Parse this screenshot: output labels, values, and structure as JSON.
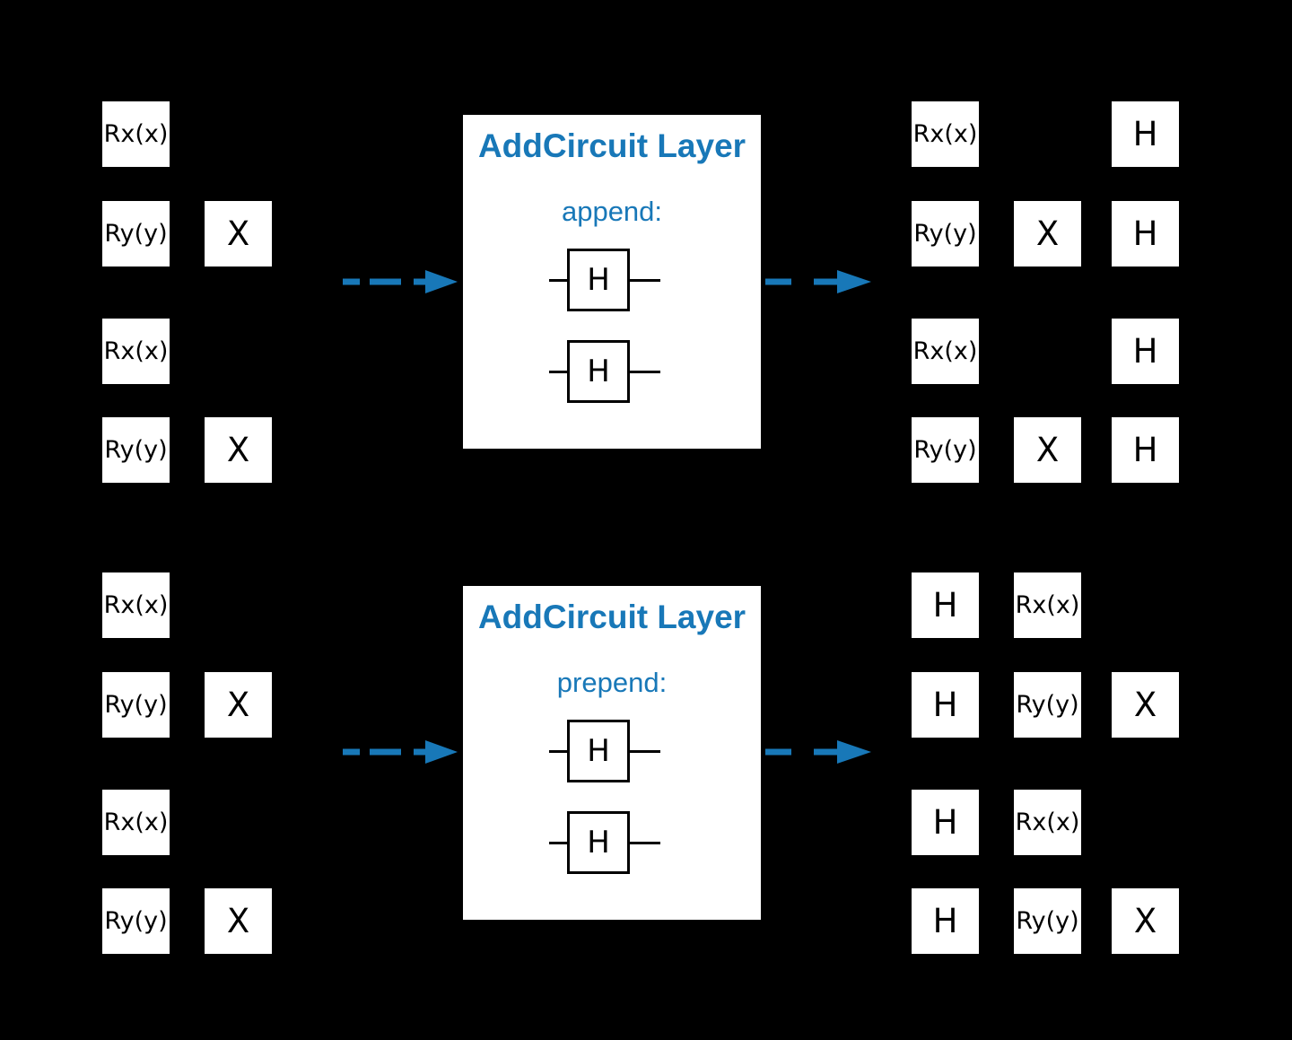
{
  "figure": {
    "background": "#000000"
  },
  "colors": {
    "accent": "#1878b8",
    "gate_fill": "#ffffff",
    "gate_border": "#000000",
    "gate_text": "#000000",
    "wire": "#000000"
  },
  "arrows": {
    "style": "dashed",
    "direction": "right",
    "color": "#1878b8",
    "count": 4
  },
  "panels": {
    "append": {
      "title": "AddCircuit Layer",
      "mode_label": "append:",
      "gates": [
        "H",
        "H"
      ]
    },
    "prepend": {
      "title": "AddCircuit Layer",
      "mode_label": "prepend:",
      "gates": [
        "H",
        "H"
      ]
    }
  },
  "circuits": {
    "top_input": {
      "gates": [
        {
          "label": "Rx(x)",
          "row": 0,
          "col": 0
        },
        {
          "label": "Ry(y)",
          "row": 1,
          "col": 0
        },
        {
          "label": "X",
          "row": 1,
          "col": 1
        },
        {
          "label": "Rx(x)",
          "row": 2,
          "col": 0
        },
        {
          "label": "Ry(y)",
          "row": 3,
          "col": 0
        },
        {
          "label": "X",
          "row": 3,
          "col": 1
        }
      ]
    },
    "top_output": {
      "gates": [
        {
          "label": "Rx(x)",
          "row": 0,
          "col": 0
        },
        {
          "label": "H",
          "row": 0,
          "col": 2
        },
        {
          "label": "Ry(y)",
          "row": 1,
          "col": 0
        },
        {
          "label": "X",
          "row": 1,
          "col": 1
        },
        {
          "label": "H",
          "row": 1,
          "col": 2
        },
        {
          "label": "Rx(x)",
          "row": 2,
          "col": 0
        },
        {
          "label": "H",
          "row": 2,
          "col": 2
        },
        {
          "label": "Ry(y)",
          "row": 3,
          "col": 0
        },
        {
          "label": "X",
          "row": 3,
          "col": 1
        },
        {
          "label": "H",
          "row": 3,
          "col": 2
        }
      ]
    },
    "bottom_input": {
      "gates": [
        {
          "label": "Rx(x)",
          "row": 0,
          "col": 0
        },
        {
          "label": "Ry(y)",
          "row": 1,
          "col": 0
        },
        {
          "label": "X",
          "row": 1,
          "col": 1
        },
        {
          "label": "Rx(x)",
          "row": 2,
          "col": 0
        },
        {
          "label": "Ry(y)",
          "row": 3,
          "col": 0
        },
        {
          "label": "X",
          "row": 3,
          "col": 1
        }
      ]
    },
    "bottom_output": {
      "gates": [
        {
          "label": "H",
          "row": 0,
          "col": 0
        },
        {
          "label": "Rx(x)",
          "row": 0,
          "col": 1
        },
        {
          "label": "H",
          "row": 1,
          "col": 0
        },
        {
          "label": "Ry(y)",
          "row": 1,
          "col": 1
        },
        {
          "label": "X",
          "row": 1,
          "col": 2
        },
        {
          "label": "H",
          "row": 2,
          "col": 0
        },
        {
          "label": "Rx(x)",
          "row": 2,
          "col": 1
        },
        {
          "label": "H",
          "row": 3,
          "col": 0
        },
        {
          "label": "Ry(y)",
          "row": 3,
          "col": 1
        },
        {
          "label": "X",
          "row": 3,
          "col": 2
        }
      ]
    }
  }
}
